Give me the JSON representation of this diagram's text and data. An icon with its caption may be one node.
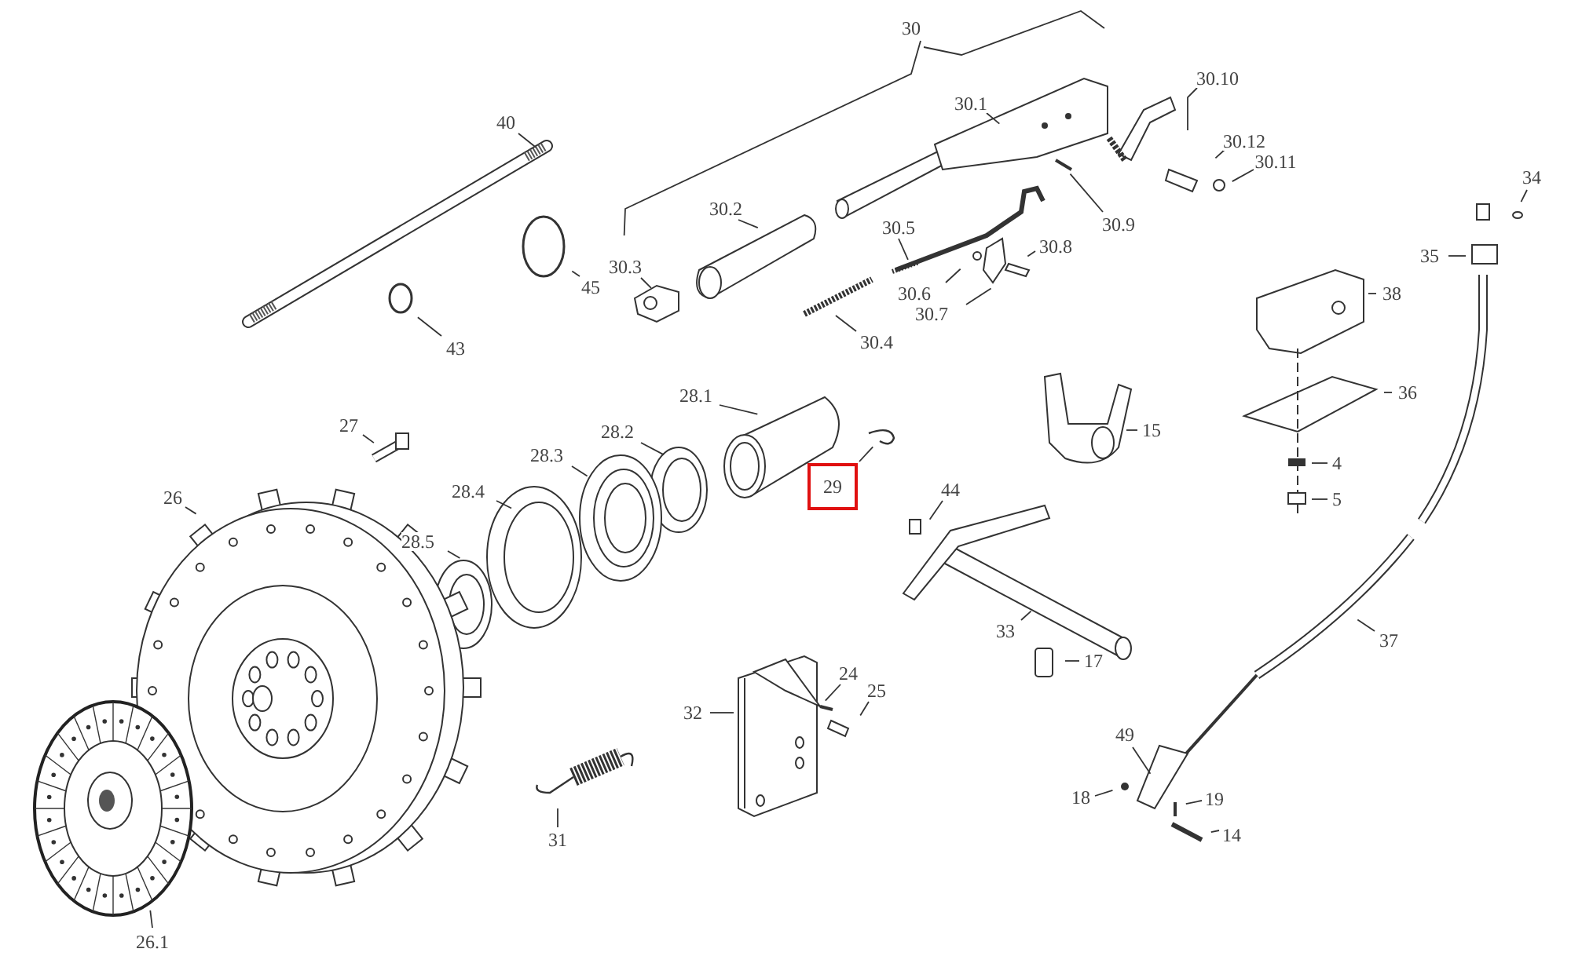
{
  "diagram": {
    "nodes": [
      {
        "text": [
          "30"
        ]
      },
      {
        "text": [
          "30.10"
        ]
      },
      {
        "text": [
          "30.1"
        ]
      },
      {
        "text": [
          "40"
        ]
      },
      {
        "text": [
          "30.12"
        ]
      },
      {
        "text": [
          "30.11"
        ]
      },
      {
        "text": [
          "34"
        ]
      },
      {
        "text": [
          "30.2"
        ]
      },
      {
        "text": [
          "30.9"
        ]
      },
      {
        "text": [
          "30.5"
        ]
      },
      {
        "text": [
          "30.8"
        ]
      },
      {
        "text": [
          "35"
        ]
      },
      {
        "text": [
          "30.3"
        ]
      },
      {
        "text": [
          "45"
        ]
      },
      {
        "text": [
          "30.6"
        ]
      },
      {
        "text": [
          "38"
        ]
      },
      {
        "text": [
          "30.7"
        ]
      },
      {
        "text": [
          "30.4"
        ]
      },
      {
        "text": [
          "43"
        ]
      },
      {
        "text": [
          "36"
        ]
      },
      {
        "text": [
          "28.1"
        ]
      },
      {
        "text": [
          "27"
        ]
      },
      {
        "text": [
          "15"
        ]
      },
      {
        "text": [
          "28.2"
        ]
      },
      {
        "text": [
          "28.3"
        ]
      },
      {
        "text": [
          "4"
        ]
      },
      {
        "text": [
          "29"
        ]
      },
      {
        "text": [
          "44"
        ]
      },
      {
        "text": [
          "28.4"
        ]
      },
      {
        "text": [
          "5"
        ]
      },
      {
        "text": [
          "26"
        ]
      },
      {
        "text": [
          "28.5"
        ]
      },
      {
        "text": [
          "33"
        ]
      },
      {
        "text": [
          "37"
        ]
      },
      {
        "text": [
          "17"
        ]
      },
      {
        "text": [
          "24"
        ]
      },
      {
        "text": [
          "25"
        ]
      },
      {
        "text": [
          "32"
        ]
      },
      {
        "text": [
          "49"
        ]
      },
      {
        "text": [
          "18"
        ]
      },
      {
        "text": [
          "19"
        ]
      },
      {
        "text": [
          "14"
        ]
      },
      {
        "text": [
          "31"
        ]
      },
      {
        "text": [
          "26.1"
        ]
      }
    ],
    "edges": [
      {
        "from": 0,
        "to": null,
        "arrow": "none"
      },
      {
        "from": 1,
        "to": null,
        "arrow": "none"
      },
      {
        "from": 2,
        "to": null,
        "arrow": "none"
      },
      {
        "from": 3,
        "to": null,
        "arrow": "none"
      },
      {
        "from": 4,
        "to": null,
        "arrow": "none"
      },
      {
        "from": 5,
        "to": null,
        "arrow": "none"
      },
      {
        "from": 6,
        "to": null,
        "arrow": "none"
      },
      {
        "from": 7,
        "to": null,
        "arrow": "none"
      },
      {
        "from": 8,
        "to": null,
        "arrow": "none"
      },
      {
        "from": 9,
        "to": null,
        "arrow": "none"
      },
      {
        "from": 10,
        "to": null,
        "arrow": "none"
      },
      {
        "from": 11,
        "to": null,
        "arrow": "none"
      },
      {
        "from": 12,
        "to": null,
        "arrow": "none"
      },
      {
        "from": 13,
        "to": null,
        "arrow": "none"
      },
      {
        "from": 14,
        "to": null,
        "arrow": "none"
      },
      {
        "from": 15,
        "to": null,
        "arrow": "none"
      },
      {
        "from": 16,
        "to": null,
        "arrow": "none"
      },
      {
        "from": 17,
        "to": null,
        "arrow": "none"
      },
      {
        "from": 18,
        "to": null,
        "arrow": "none"
      },
      {
        "from": 19,
        "to": null,
        "arrow": "none"
      },
      {
        "from": 20,
        "to": null,
        "arrow": "none"
      },
      {
        "from": 21,
        "to": null,
        "arrow": "none"
      },
      {
        "from": 22,
        "to": null,
        "arrow": "none"
      },
      {
        "from": 23,
        "to": null,
        "arrow": "none"
      },
      {
        "from": 24,
        "to": null,
        "arrow": "none"
      },
      {
        "from": 25,
        "to": null,
        "arrow": "none"
      },
      {
        "from": 26,
        "to": null,
        "arrow": "none"
      },
      {
        "from": 27,
        "to": null,
        "arrow": "none"
      },
      {
        "from": 28,
        "to": null,
        "arrow": "none"
      },
      {
        "from": 29,
        "to": null,
        "arrow": "none"
      },
      {
        "from": 30,
        "to": null,
        "arrow": "none"
      },
      {
        "from": 31,
        "to": null,
        "arrow": "none"
      },
      {
        "from": 32,
        "to": null,
        "arrow": "none"
      },
      {
        "from": 33,
        "to": null,
        "arrow": "none"
      },
      {
        "from": 34,
        "to": null,
        "arrow": "none"
      },
      {
        "from": 35,
        "to": null,
        "arrow": "none"
      },
      {
        "from": 36,
        "to": null,
        "arrow": "none"
      },
      {
        "from": 37,
        "to": null,
        "arrow": "none"
      },
      {
        "from": 38,
        "to": null,
        "arrow": "none"
      },
      {
        "from": 39,
        "to": null,
        "arrow": "none"
      },
      {
        "from": 40,
        "to": null,
        "arrow": "none"
      },
      {
        "from": 41,
        "to": null,
        "arrow": "none"
      },
      {
        "from": 42,
        "to": null,
        "arrow": "none"
      },
      {
        "from": 43,
        "to": null,
        "arrow": "none"
      }
    ]
  }
}
